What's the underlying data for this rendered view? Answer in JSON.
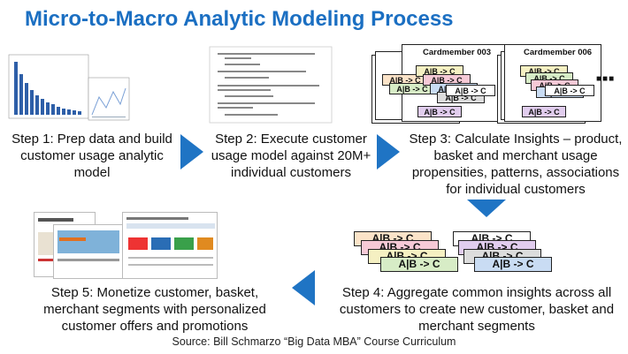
{
  "title": "Micro-to-Macro Analytic Modeling Process",
  "steps": {
    "step1": "Step 1: Prep data and build customer usage analytic model",
    "step2": "Step 2: Execute customer usage model against 20M+ individual customers",
    "step3": "Step 3: Calculate Insights – product, basket and merchant usage propensities, patterns, associations for individual customers",
    "step4": "Step 4: Aggregate common insights across all customers to create new customer, basket and merchant segments",
    "step5": "Step 5: Monetize customer, basket, merchant segments with personalized customer offers and promotions"
  },
  "cardmember_a": "Cardmember 003",
  "cardmember_b": "Cardmember 006",
  "rule_label": "A|B -> C",
  "ellipsis": "■■■",
  "source": "Source: Bill Schmarzo “Big Data MBA” Course Curriculum",
  "colors": {
    "title": "#1b6fc2",
    "arrow": "#1f74c4",
    "rule_fills": [
      "#fbe3c8",
      "#f6c9d6",
      "#d7ecc6",
      "#f5f0c2",
      "#c9dcf3",
      "#e1cdee",
      "#dcdcdc",
      "#ffffff"
    ]
  }
}
